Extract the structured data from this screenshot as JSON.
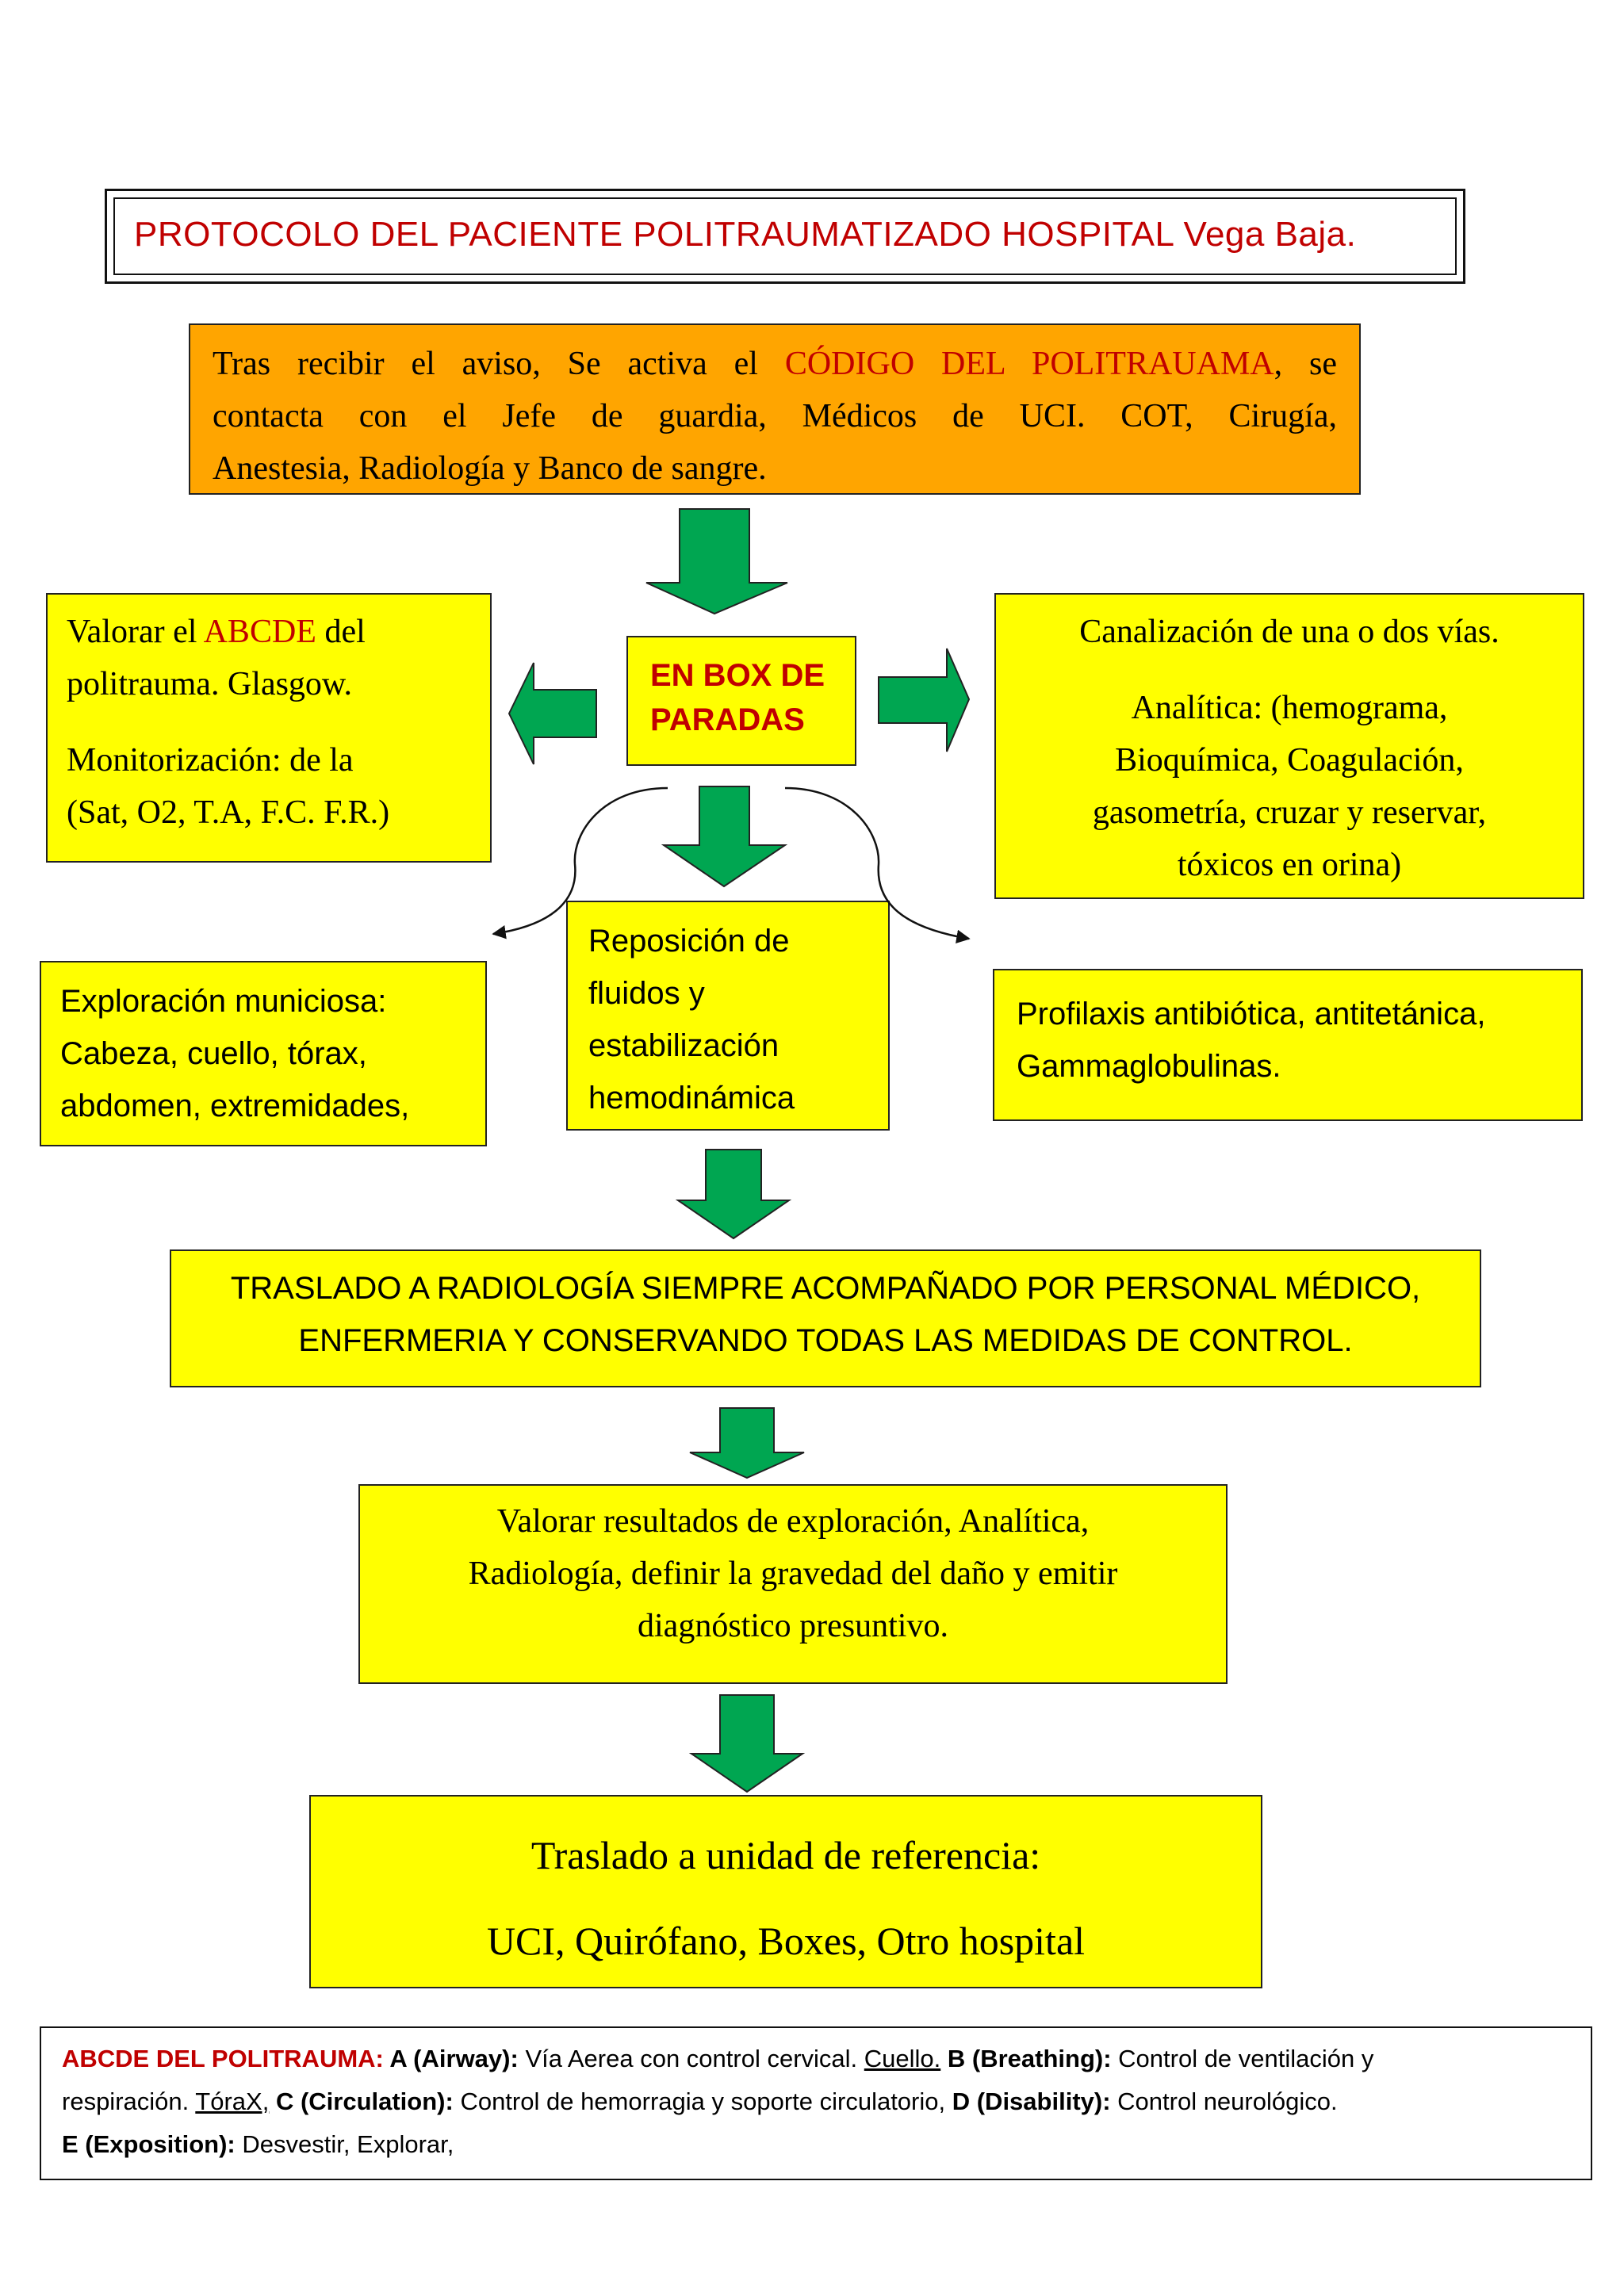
{
  "title": "PROTOCOLO  DEL PACIENTE  POLITRAUMATIZADO  HOSPITAL  Vega Baja.",
  "activation": {
    "line1_pre": "Tras  recibir  el  aviso,  Se  activa  el ",
    "line1_code": "CÓDIGO DEL POLITRAUAMA",
    "line1_post": ",  se",
    "line2": "contacta  con  el  Jefe  de  guardia,  Médicos  de  UCI.  COT,  Cirugía,",
    "line3": "Anestesia, Radiología y Banco de sangre."
  },
  "abcde_box": {
    "line1_pre": "Valorar el ",
    "line1_abcde": "ABCDE",
    "line1_post": "  del",
    "line2": "politrauma. Glasgow.",
    "line3": "Monitorización: de  la",
    "line4": "(Sat, O2, T.A, F.C. F.R.)"
  },
  "box_paradas": {
    "line1": "EN BOX DE",
    "line2": "PARADAS"
  },
  "canal_box": {
    "line1": "Canalización de una o dos vías.",
    "line2": "Analítica: (hemograma,",
    "line3": "Bioquímica, Coagulación,",
    "line4": "gasometría, cruzar y reservar,",
    "line5": "tóxicos en orina)"
  },
  "explor_box": {
    "line1": "Exploración municiosa:",
    "line2": "Cabeza, cuello, tórax,",
    "line3": "abdomen, extremidades,"
  },
  "fluid_box": {
    "line1": "Reposición de",
    "line2": "fluidos y",
    "line3": "estabilización",
    "line4": "hemodinámica"
  },
  "profil_box": {
    "line1": "Profilaxis antibiótica,  antitetánica,",
    "line2": "Gammaglobulinas."
  },
  "traslado_box": {
    "line1": "TRASLADO A RADIOLOGÍA SIEMPRE ACOMPAÑADO POR PERSONAL MÉDICO,",
    "line2": "ENFERMERIA Y CONSERVANDO TODAS LAS MEDIDAS DE CONTROL."
  },
  "valorar_box": {
    "line1": "Valorar resultados de  exploración, Analítica,",
    "line2": "Radiología, definir la gravedad del daño y emitir",
    "line3": "diagnóstico presuntivo."
  },
  "unidad_box": {
    "line1": "Traslado a unidad de referencia:",
    "line2": "UCI, Quirófano, Boxes, Otro hospital"
  },
  "legend": {
    "heading": "ABCDE DEL POLITRAUMA:",
    "a_label": " A (Airway):",
    "a_text": " Vía Aerea con control cervical. ",
    "a_word": "Cuello.",
    "b_label": " B (Breathing):",
    "b_text": " Control de ventilación y",
    "b_text2": "respiración. ",
    "b_word": "TóraX,",
    "c_label": "  C (Circulation):",
    "c_text": " Control de hemorragia y soporte circulatorio, ",
    "d_label": "D (Disability):",
    "d_text": " Control neurológico.",
    "e_label": "E (Exposition):",
    "e_text": "  Desvestir, Explorar,"
  },
  "colors": {
    "box_fill": "#ffff00",
    "activation_fill": "#ffa500",
    "arrow_fill": "#00a651",
    "accent_red": "#c00000"
  }
}
